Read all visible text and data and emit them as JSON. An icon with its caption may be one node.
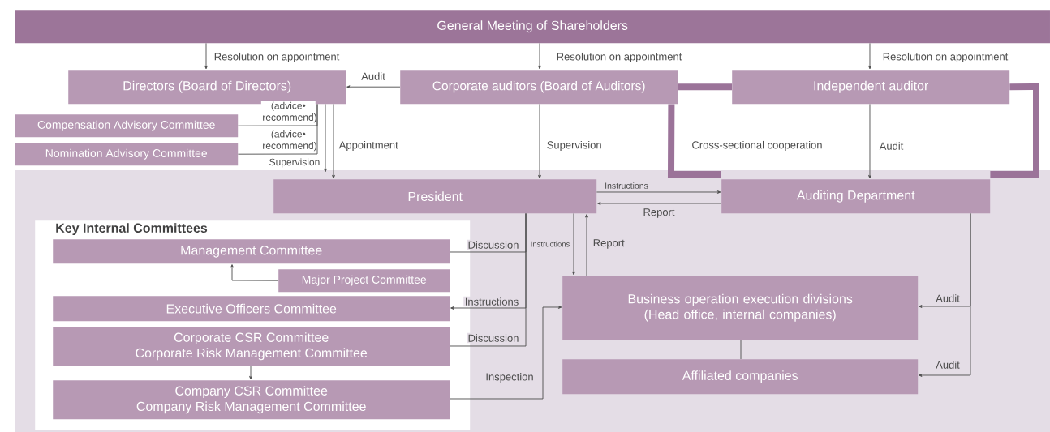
{
  "diagram": {
    "nodes": [
      {
        "text": [
          "General Meeting of Shareholders"
        ]
      },
      {
        "text": [
          "Directors (Board of Directors)"
        ]
      },
      {
        "text": [
          "Corporate auditors (Board of Auditors)"
        ]
      },
      {
        "text": [
          "Independent auditor"
        ]
      },
      {
        "text": [
          "Compensation Advisory Committee"
        ]
      },
      {
        "text": [
          "Nomination Advisory Committee"
        ]
      },
      {
        "text": [
          "President"
        ]
      },
      {
        "text": [
          "Auditing Department"
        ]
      },
      {
        "text": [
          "Key Internal Committees"
        ]
      },
      {
        "text": [
          "Management Committee"
        ],
        "in": 8
      },
      {
        "text": [
          "Major Project Committee"
        ],
        "in": 8
      },
      {
        "text": [
          "Executive Officers Committee"
        ],
        "in": 8
      },
      {
        "text": [
          "Corporate CSR Committee",
          "Corporate Risk Management Committee"
        ],
        "in": 8
      },
      {
        "text": [
          "Company CSR Committee",
          "Company Risk Management Committee"
        ],
        "in": 8
      },
      {
        "text": [
          "Business operation execution divisions (Head office, internal companies)"
        ]
      },
      {
        "text": [
          "Affiliated companies"
        ]
      }
    ],
    "edges": [
      {
        "from": 0,
        "to": 1,
        "arrow": "to",
        "label": "Resolution on appointment"
      },
      {
        "from": 0,
        "to": 2,
        "arrow": "to",
        "label": "Resolution on appointment"
      },
      {
        "from": 0,
        "to": 3,
        "arrow": "to",
        "label": "Resolution on appointment"
      },
      {
        "from": 2,
        "to": 1,
        "arrow": "to",
        "label": "Audit"
      },
      {
        "from": 2,
        "to": 3,
        "arrow": "none",
        "style": "thick",
        "color": "#9b7399"
      },
      {
        "from": 3,
        "to": 7,
        "arrow": "none",
        "style": "thick",
        "color": "#9b7399"
      },
      {
        "from": 2,
        "to": 7,
        "arrow": "none",
        "style": "thick",
        "color": "#9b7399",
        "label": "Cross-sectional cooperation"
      },
      {
        "from": 4,
        "to": 1,
        "arrow": "none",
        "label": "(advice• recommend)"
      },
      {
        "from": 5,
        "to": 1,
        "arrow": "none",
        "label": "(advice• recommend)"
      },
      {
        "from": 1,
        "to": 6,
        "arrow": "to",
        "label": "Supervision"
      },
      {
        "from": 1,
        "to": 6,
        "arrow": "to",
        "label": "Appointment"
      },
      {
        "from": 2,
        "to": 6,
        "arrow": "to",
        "label": "Supervision"
      },
      {
        "from": 3,
        "to": 7,
        "arrow": "to",
        "label": "Audit"
      },
      {
        "from": 6,
        "to": 7,
        "arrow": "to",
        "label": "Instructions"
      },
      {
        "from": 7,
        "to": 6,
        "arrow": "to",
        "label": "Report"
      },
      {
        "from": 6,
        "to": 14,
        "arrow": "to",
        "label": "Instructions"
      },
      {
        "from": 14,
        "to": 6,
        "arrow": "to",
        "label": "Report"
      },
      {
        "from": 6,
        "to": 9,
        "arrow": "none",
        "label": "Discussion"
      },
      {
        "from": 6,
        "to": 11,
        "arrow": "to",
        "label": "Instructions"
      },
      {
        "from": 6,
        "to": 12,
        "arrow": "none",
        "label": "Discussion"
      },
      {
        "from": 10,
        "to": 9,
        "arrow": "to"
      },
      {
        "from": 12,
        "to": 13,
        "arrow": "to"
      },
      {
        "from": 13,
        "to": 14,
        "arrow": "to",
        "label": "Inspection"
      },
      {
        "from": 7,
        "to": 14,
        "arrow": "to",
        "label": "Audit"
      },
      {
        "from": 7,
        "to": 15,
        "arrow": "to",
        "label": "Audit"
      },
      {
        "from": 14,
        "to": 15,
        "arrow": "none"
      }
    ]
  }
}
